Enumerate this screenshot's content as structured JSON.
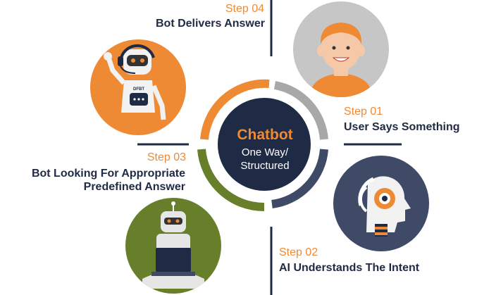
{
  "center": {
    "title": "Chatbot",
    "subtitle_line1": "One Way/",
    "subtitle_line2": "Structured"
  },
  "steps": [
    {
      "number": "Step 01",
      "text": "User Says Something"
    },
    {
      "number": "Step 02",
      "text": "AI Understands The Intent"
    },
    {
      "number": "Step 03",
      "text_line1": "Bot Looking For Appropriate",
      "text_line2": "Predefined Answer"
    },
    {
      "number": "Step 04",
      "text": "Bot Delivers Answer"
    }
  ],
  "robot_badge": "DFBT",
  "icons": [
    "user-avatar-icon",
    "ai-head-icon",
    "robot-laptop-icon",
    "robot-headset-icon"
  ],
  "colors": {
    "orange": "#ee8a33",
    "navy": "#1f2a44",
    "grey_ring": "#a8a8a8",
    "slate_ring": "#3e4a66",
    "olive_ring": "#677f2a",
    "avatar_bg": "#c6c6c6",
    "ai_bg": "#3e4a66",
    "laptop_bg": "#677f2a",
    "headset_bg": "#ee8a33"
  }
}
